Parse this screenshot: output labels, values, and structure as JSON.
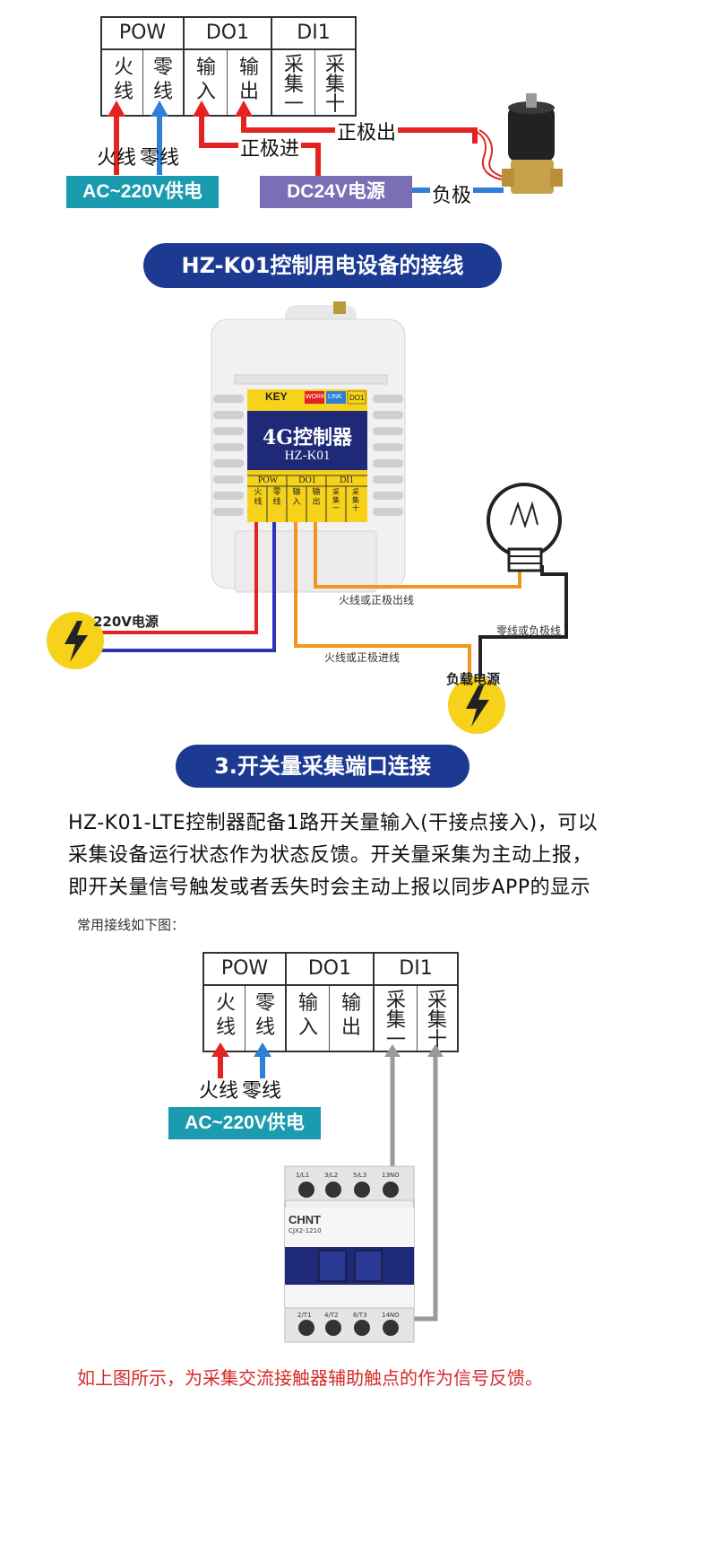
{
  "top_terminal": {
    "headers": [
      "POW",
      "DO1",
      "DI1"
    ],
    "cells": [
      "火\n线",
      "零\n线",
      "输\n入",
      "输\n出",
      "采\n集\n一",
      "采\n集\n十"
    ]
  },
  "top_labels": {
    "fire": "火线",
    "zero": "零线",
    "ac_power": "AC~220V供电",
    "pos_in": "正极进",
    "pos_out": "正极出",
    "dc_power": "DC24V电源",
    "negative": "负极"
  },
  "banner1": "HZ-K01控制用电设备的接线",
  "device": {
    "key": "KEY",
    "led_work": "WORK",
    "led_link": "LINK",
    "led_do1": "DO1",
    "title": "4G控制器",
    "model": "HZ-K01",
    "headers": [
      "POW",
      "DO1",
      "DI1"
    ],
    "cells": [
      "火\n线",
      "零\n线",
      "输\n入",
      "输\n出",
      "采\n集\n一",
      "采\n集\n十"
    ]
  },
  "middle_labels": {
    "power220": "220V电源",
    "fire_out": "火线或正极出线",
    "zero_neg": "零线或负极线",
    "fire_in": "火线或正极进线",
    "load_power": "负载电源"
  },
  "banner2": "3.开关量采集端口连接",
  "paragraph": [
    "HZ-K01-LTE控制器配备1路开关量输入(干接点接入)，可以",
    "采集设备运行状态作为状态反馈。开关量采集为主动上报，",
    "即开关量信号触发或者丢失时会主动上报以同步APP的显示"
  ],
  "common_label": "常用接线如下图：",
  "bottom_terminal": {
    "headers": [
      "POW",
      "DO1",
      "DI1"
    ],
    "cells": [
      "火\n线",
      "零\n线",
      "输\n入",
      "输\n出",
      "采\n集\n一",
      "采\n集\n十"
    ]
  },
  "bottom_labels": {
    "fire": "火线",
    "zero": "零线",
    "ac_power": "AC~220V供电"
  },
  "contactor": {
    "brand": "CHNT",
    "model": "CJX2-1210",
    "top_terms": [
      "1/L1",
      "3/L2",
      "5/L3",
      "13NO"
    ],
    "bottom_terms": [
      "2/T1",
      "4/T2",
      "6/T3",
      "14NO"
    ]
  },
  "caption": "如上图所示，为采集交流接触器辅助触点的作为信号反馈。",
  "colors": {
    "red": "#e32322",
    "blue": "#2f7fd6",
    "teal": "#1a9bb0",
    "purple": "#7a6fb4",
    "navy": "#1d3a93",
    "orange": "#f0961e",
    "yellow": "#f6d21a",
    "caption_red": "#d42a2a",
    "grey": "#9a9a9a"
  }
}
